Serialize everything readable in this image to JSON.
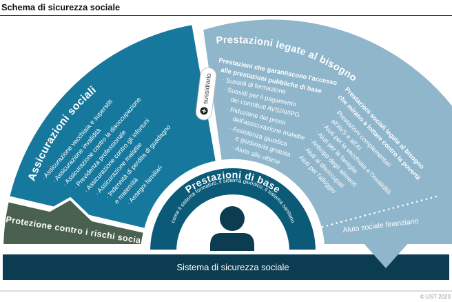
{
  "title": "Schema di sicurezza sociale",
  "footer": {
    "copyright": "© UST 2023"
  },
  "bottom_bar": {
    "label": "Sistema di sicurezza sociale"
  },
  "divider_pill": {
    "label": "sussidiario",
    "icon": "plus-icon"
  },
  "left_wedge": {
    "title": "Assicurazioni sociali",
    "lines": [
      "· Assicurazione vecchiaia e superstiti",
      "· Assicurazione invalidità",
      "· Assicurazione contro la disoccupazione",
      "· Previdenza professionale",
      "· Assicurazione contro gli infortuni",
      "· Assicurazione malattie",
      "· Indennità di perdita di guadagno",
      "e maternità",
      "· Assegni familiari"
    ]
  },
  "protection_wedge": {
    "label": "Protezione contro i rischi sociali"
  },
  "right_wedge": {
    "title": "Prestazioni legate al bisogno",
    "group1_heading": [
      "Prestazioni che garantiscono l'accesso",
      "alle prestazioni pubbliche di base"
    ],
    "group1_lines": [
      "· Sussidi di formazione",
      "· Sussidi per il pagamento",
      "dei contributi AVS/AI/IPG",
      "· Riduzione dei premi",
      "dell'assicurazione malattie",
      "· Assistenza giuridica",
      "e giudiziaria gratuita",
      "· Aiuto alle vittime"
    ],
    "group2_heading": [
      "Prestazioni sociali legate al bisogno",
      "che mirano a lottare contro la povertà"
    ],
    "group2_lines": [
      "· Prestazioni complementari",
      "all'AVS e all'AI",
      "· Aiuti per la vecchiaia e l'invalidità",
      "· Aiuti per le famiglie",
      "· Anticipo degli alimenti",
      "· Aiuti ai disoccupati",
      "· Aiuti per l'alloggio"
    ],
    "financial_aid": "Aiuto sociale finanziario"
  },
  "base_arc": {
    "title": "Prestazioni di base",
    "subtitle": "come il sistema formativo, il sistema giuridico, il sistema sanitario"
  },
  "colors": {
    "teal_wedge": "#17789E",
    "light_wedge": "#8FB6CB",
    "olive_wedge": "#4B614F",
    "dark_arc": "#0A5A78",
    "navy_bar": "#0C3C52",
    "text_on_color": "#FFFFFF"
  }
}
